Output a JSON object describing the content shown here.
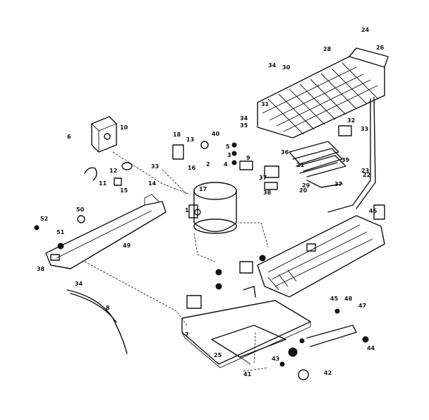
{
  "callouts": [
    "24",
    "26",
    "28",
    "34",
    "30",
    "31",
    "34",
    "32",
    "33",
    "10",
    "6",
    "18",
    "13",
    "40",
    "35",
    "5",
    "3",
    "4",
    "36",
    "37",
    "38",
    "29",
    "39",
    "21",
    "20",
    "37",
    "22",
    "11",
    "12",
    "15",
    "14",
    "33",
    "1",
    "2",
    "9",
    "16",
    "17",
    "50",
    "51",
    "52",
    "49",
    "48",
    "47",
    "45",
    "46",
    "44",
    "42",
    "41",
    "43",
    "25",
    "7",
    "34",
    "38",
    "8",
    "23"
  ]
}
